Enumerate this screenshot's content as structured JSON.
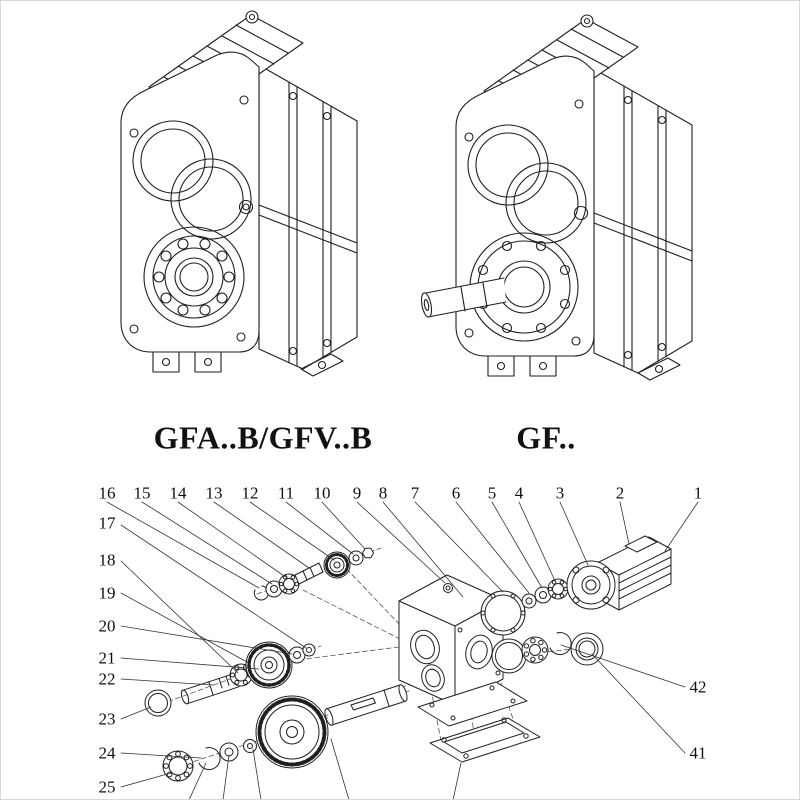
{
  "models": {
    "left_label": "GFA..B/GFV..B",
    "right_label": "GF.."
  },
  "exploded": {
    "top_numbers": [
      "16",
      "15",
      "14",
      "13",
      "12",
      "11",
      "10",
      "9",
      "8",
      "7",
      "6",
      "5",
      "4",
      "3",
      "2",
      "1"
    ],
    "left_numbers": [
      "17",
      "18",
      "19",
      "20",
      "21",
      "22",
      "23",
      "24",
      "25"
    ],
    "right_numbers": [
      "42",
      "41"
    ]
  },
  "colors": {
    "line": "#1f1f1f",
    "leader": "#333333",
    "background": "#ffffff"
  }
}
